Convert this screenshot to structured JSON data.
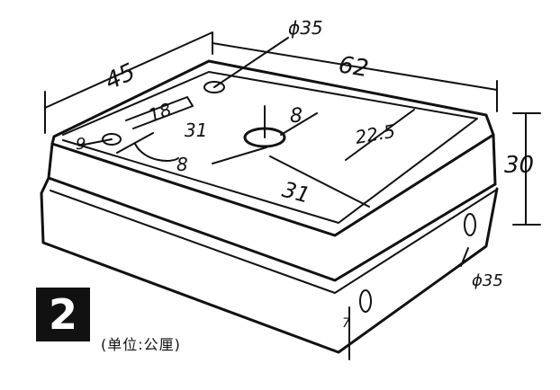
{
  "figure_number": "2",
  "unit_note": "(单位:公厘)",
  "dimensions": {
    "width_45": "45",
    "length_62": "62",
    "height_30": "30",
    "hole_dia_top": "ϕ35",
    "hole_dia_side": "ϕ35",
    "slot_18": "18",
    "offset_9": "9",
    "offset_31_a": "31",
    "offset_8_a": "8",
    "offset_8_b": "8",
    "offset_22_5": "22.5",
    "offset_31_b": "31",
    "side_7": "7"
  }
}
